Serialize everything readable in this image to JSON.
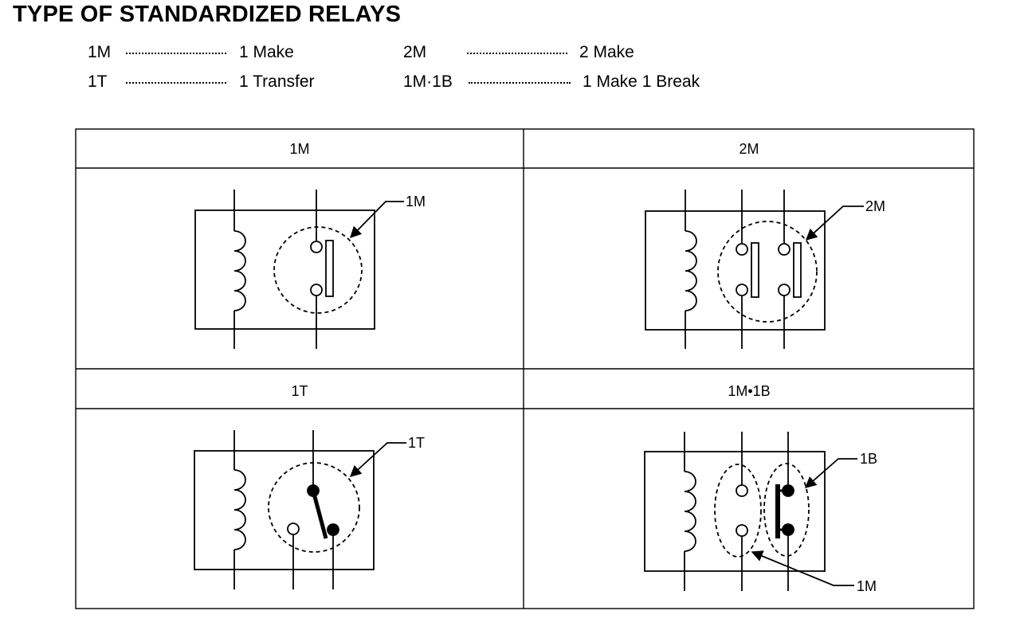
{
  "title": "TYPE OF STANDARDIZED RELAYS",
  "legend": [
    {
      "code": "1M",
      "desc": "1 Make"
    },
    {
      "code": "2M",
      "desc": "2 Make"
    },
    {
      "code": "1T",
      "desc": "1 Transfer"
    },
    {
      "code": "1M·1B",
      "desc": "1 Make 1 Break"
    }
  ],
  "cells": [
    {
      "header": "1M",
      "callouts": [
        "1M"
      ]
    },
    {
      "header": "2M",
      "callouts": [
        "2M"
      ]
    },
    {
      "header": "1T",
      "callouts": [
        "1T"
      ]
    },
    {
      "header": "1M•1B",
      "callouts": [
        "1B",
        "1M"
      ]
    }
  ]
}
